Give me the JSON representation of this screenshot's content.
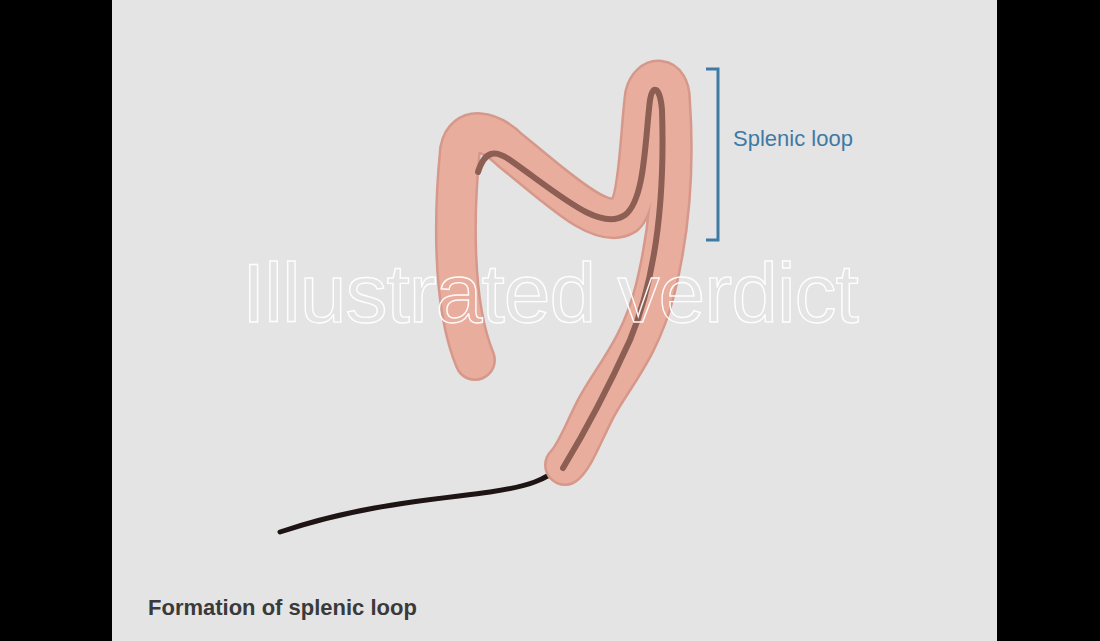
{
  "diagram": {
    "caption": "Formation of splenic loop",
    "labels": [
      "Splenic loop",
      "Illustrated verdict"
    ]
  }
}
